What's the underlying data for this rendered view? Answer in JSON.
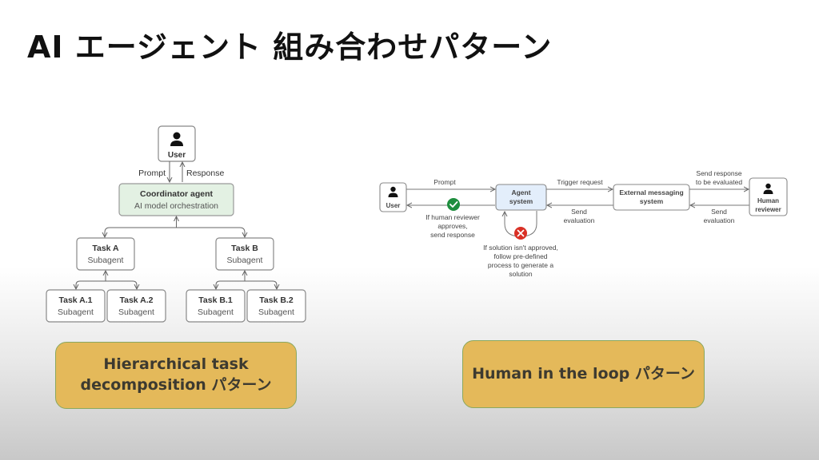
{
  "title": "AI エージェント 組み合わせパターン",
  "hierarchical": {
    "user": {
      "label": "User",
      "icon": "person-icon"
    },
    "prompt": "Prompt",
    "response": "Response",
    "coordinator": {
      "title": "Coordinator agent",
      "subtitle": "AI model orchestration"
    },
    "tasks": [
      {
        "title": "Task A",
        "subtitle": "Subagent"
      },
      {
        "title": "Task B",
        "subtitle": "Subagent"
      }
    ],
    "subtasks": [
      {
        "title": "Task A.1",
        "subtitle": "Subagent"
      },
      {
        "title": "Task A.2",
        "subtitle": "Subagent"
      },
      {
        "title": "Task B.1",
        "subtitle": "Subagent"
      },
      {
        "title": "Task B.2",
        "subtitle": "Subagent"
      }
    ],
    "caption_line1": "Hierarchical task",
    "caption_line2": "decomposition パターン"
  },
  "hitl": {
    "user": {
      "label": "User",
      "icon": "person-icon"
    },
    "prompt": "Prompt",
    "agent_line1": "Agent",
    "agent_line2": "system",
    "trigger": "Trigger request",
    "external_line1": "External messaging",
    "external_line2": "system",
    "send_resp_line1": "Send response",
    "send_resp_line2": "to be evaluated",
    "reviewer_line1": "Human",
    "reviewer_line2": "reviewer",
    "send_eval_line1": "Send",
    "send_eval_line2": "evaluation",
    "approve_lines": [
      "If human reviewer",
      "approves,",
      "send response"
    ],
    "reject_lines": [
      "If solution isn't approved,",
      "follow pre-defined",
      "process to generate a",
      "solution"
    ],
    "caption": "Human in the loop パターン"
  },
  "colors": {
    "coordinator_fill": "#e3f1e3",
    "agent_fill": "#e3eefb",
    "check": "#1e8e3e",
    "cross": "#d93025",
    "pill": "#e4b95a"
  }
}
